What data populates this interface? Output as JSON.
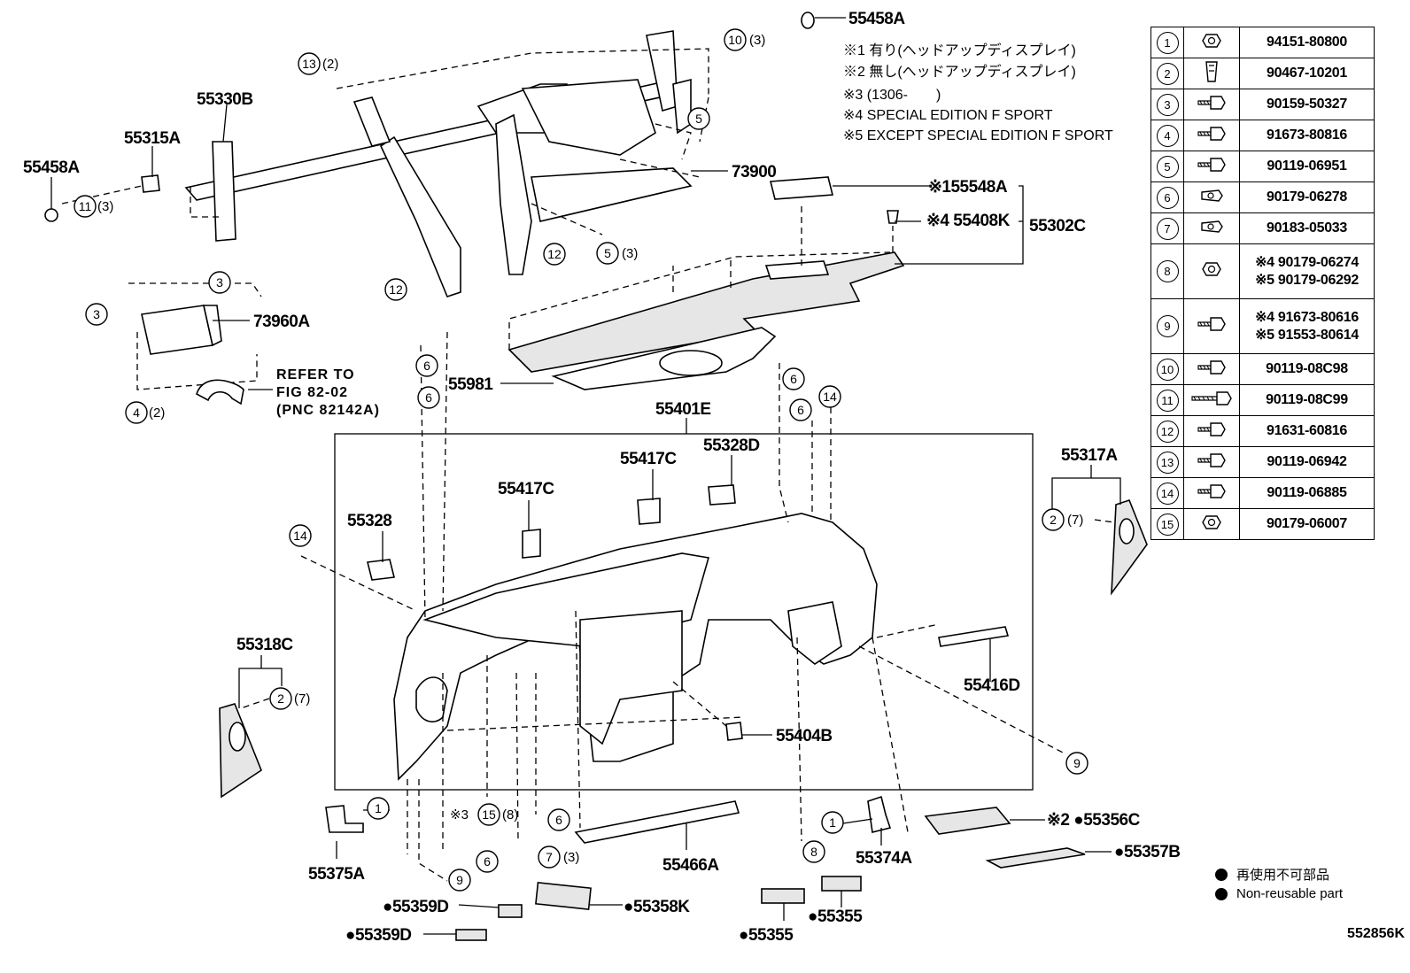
{
  "part_labels": {
    "p55458A_top": "55458A",
    "p55458A_left": "55458A",
    "p55315A": "55315A",
    "p55330B": "55330B",
    "p73900": "73900",
    "p73960A": "73960A",
    "p55548A": "※155548A",
    "p55408K": "※4 55408K",
    "p55302C": "55302C",
    "p55981": "55981",
    "p55401E": "55401E",
    "p55417C_a": "55417C",
    "p55417C_b": "55417C",
    "p55328D": "55328D",
    "p55328": "55328",
    "p55317A": "55317A",
    "p55318C": "55318C",
    "p55416D": "55416D",
    "p55404B": "55404B",
    "p55375A": "55375A",
    "p55466A": "55466A",
    "p55374A": "55374A",
    "p55356C": "※2 ●55356C",
    "p55357B": "●55357B",
    "p55359D_a": "●55359D",
    "p55359D_b": "●55359D",
    "p55358K": "●55358K",
    "p55355_a": "●55355",
    "p55355_b": "●55355"
  },
  "callouts": {
    "c13": "13",
    "q13": "(2)",
    "c10": "10",
    "q10": "(3)",
    "c11": "11",
    "q11": "(3)",
    "c5a": "5",
    "c5b": "5",
    "q5b": "(3)",
    "c12a": "12",
    "c12b": "12",
    "c3a": "3",
    "c3b": "3",
    "c4": "4",
    "q4": "(2)",
    "c6a": "6",
    "c6b": "6",
    "c6c": "6",
    "c6d": "6",
    "c6e": "6",
    "c6f": "6",
    "c14a": "14",
    "c14b": "14",
    "c2a": "2",
    "q2a": "(7)",
    "c2b": "2",
    "q2b": "(7)",
    "c9a": "9",
    "c9b": "9",
    "c1a": "1",
    "c1b": "1",
    "c15": "15",
    "q15": "(8)",
    "x15": "※3",
    "c7": "7",
    "q7": "(3)",
    "c8": "8"
  },
  "refer": {
    "line1": "REFER TO",
    "line2": "FIG 82-02",
    "line3": "(PNC 82142A)"
  },
  "notes": {
    "n1": "※1 有り(ヘッドアップディスプレイ)",
    "n2": "※2 無し(ヘッドアップディスプレイ)",
    "n3": "※3 (1306-　　)",
    "n4": "※4 SPECIAL EDITION F SPORT",
    "n5": "※5 EXCEPT SPECIAL EDITION F SPORT"
  },
  "fasteners": [
    {
      "no": "1",
      "icon": "nut-icon",
      "pn": [
        "94151-80800"
      ]
    },
    {
      "no": "2",
      "icon": "clip-icon",
      "pn": [
        "90467-10201"
      ]
    },
    {
      "no": "3",
      "icon": "bolt-icon",
      "pn": [
        "90159-50327"
      ]
    },
    {
      "no": "4",
      "icon": "bolt-icon",
      "pn": [
        "91673-80816"
      ]
    },
    {
      "no": "5",
      "icon": "bolt-icon",
      "pn": [
        "90119-06951"
      ]
    },
    {
      "no": "6",
      "icon": "u-nut-icon",
      "pn": [
        "90179-06278"
      ]
    },
    {
      "no": "7",
      "icon": "u-nut-icon",
      "pn": [
        "90183-05033"
      ]
    },
    {
      "no": "8",
      "icon": "nut-icon",
      "pn": [
        "※4 90179-06274",
        "※5 90179-06292"
      ]
    },
    {
      "no": "9",
      "icon": "bolt-icon",
      "pn": [
        "※4 91673-80616",
        "※5 91553-80614"
      ]
    },
    {
      "no": "10",
      "icon": "bolt-icon",
      "pn": [
        "90119-08C98"
      ]
    },
    {
      "no": "11",
      "icon": "long-bolt-icon",
      "pn": [
        "90119-08C99"
      ]
    },
    {
      "no": "12",
      "icon": "bolt-icon",
      "pn": [
        "91631-60816"
      ]
    },
    {
      "no": "13",
      "icon": "bolt-icon",
      "pn": [
        "90119-06942"
      ]
    },
    {
      "no": "14",
      "icon": "bolt-icon",
      "pn": [
        "90119-06885"
      ]
    },
    {
      "no": "15",
      "icon": "nut-icon",
      "pn": [
        "90179-06007"
      ]
    }
  ],
  "legend": {
    "jp": "再使用不可部品",
    "en": "Non-reusable part"
  },
  "diagram_code": "552856K"
}
